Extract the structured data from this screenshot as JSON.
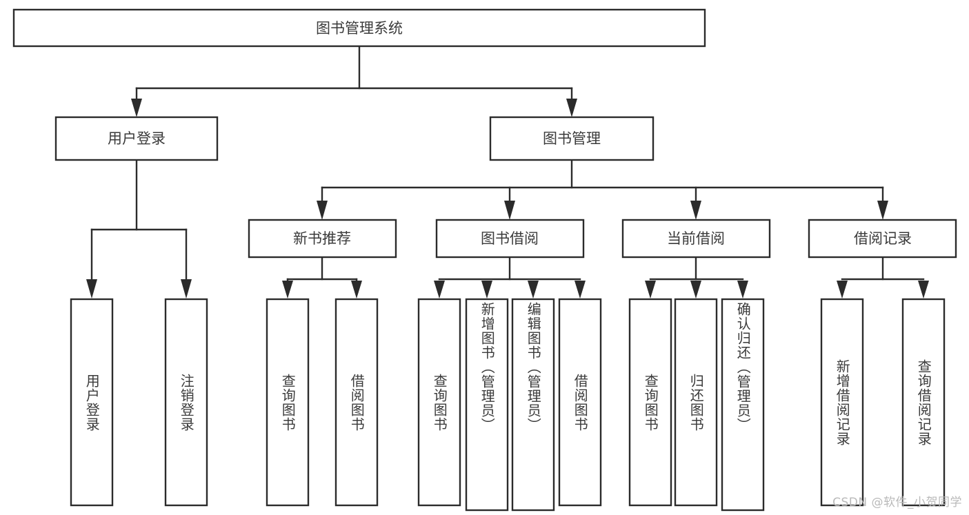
{
  "diagram": {
    "type": "hierarchy-tree",
    "title": "图书管理系统",
    "orientation": "top-down",
    "watermark": "CSDN @软件_小贺同学",
    "colors": {
      "box_stroke": "#2b2b2b",
      "box_fill": "#ffffff",
      "text": "#3a3a3a",
      "connector": "#2b2b2b",
      "watermark": "#b9b9b9",
      "background": "#ffffff"
    },
    "levels": [
      {
        "level": 1,
        "nodes": [
          {
            "id": "root",
            "label": "图书管理系统",
            "orientation": "horizontal"
          }
        ]
      },
      {
        "level": 2,
        "nodes": [
          {
            "id": "login",
            "label": "用户登录",
            "orientation": "horizontal",
            "parent": "root"
          },
          {
            "id": "bookmgmt",
            "label": "图书管理",
            "orientation": "horizontal",
            "parent": "root"
          }
        ]
      },
      {
        "level": 3,
        "nodes": [
          {
            "id": "newbook",
            "label": "新书推荐",
            "orientation": "horizontal",
            "parent": "bookmgmt"
          },
          {
            "id": "borrow",
            "label": "图书借阅",
            "orientation": "horizontal",
            "parent": "bookmgmt"
          },
          {
            "id": "current",
            "label": "当前借阅",
            "orientation": "horizontal",
            "parent": "bookmgmt"
          },
          {
            "id": "records",
            "label": "借阅记录",
            "orientation": "horizontal",
            "parent": "bookmgmt"
          }
        ]
      },
      {
        "level": 4,
        "nodes": [
          {
            "id": "leaf-1",
            "label": "用户登录",
            "orientation": "vertical",
            "parent": "login"
          },
          {
            "id": "leaf-2",
            "label": "注销登录",
            "orientation": "vertical",
            "parent": "login"
          },
          {
            "id": "leaf-3",
            "label": "查询图书",
            "orientation": "vertical",
            "parent": "newbook"
          },
          {
            "id": "leaf-4",
            "label": "借阅图书",
            "orientation": "vertical",
            "parent": "newbook"
          },
          {
            "id": "leaf-5",
            "label": "查询图书",
            "orientation": "vertical",
            "parent": "borrow"
          },
          {
            "id": "leaf-6",
            "label": "新增图书（管理员）",
            "orientation": "vertical",
            "parent": "borrow"
          },
          {
            "id": "leaf-7",
            "label": "编辑图书（管理员）",
            "orientation": "vertical",
            "parent": "borrow"
          },
          {
            "id": "leaf-8",
            "label": "借阅图书",
            "orientation": "vertical",
            "parent": "borrow"
          },
          {
            "id": "leaf-9",
            "label": "查询图书",
            "orientation": "vertical",
            "parent": "current"
          },
          {
            "id": "leaf-10",
            "label": "归还图书",
            "orientation": "vertical",
            "parent": "current"
          },
          {
            "id": "leaf-11",
            "label": "确认归还（管理员）",
            "orientation": "vertical",
            "parent": "current"
          },
          {
            "id": "leaf-12",
            "label": "新增借阅记录",
            "orientation": "vertical",
            "parent": "records"
          },
          {
            "id": "leaf-13",
            "label": "查询借阅记录",
            "orientation": "vertical",
            "parent": "records"
          }
        ]
      }
    ]
  }
}
